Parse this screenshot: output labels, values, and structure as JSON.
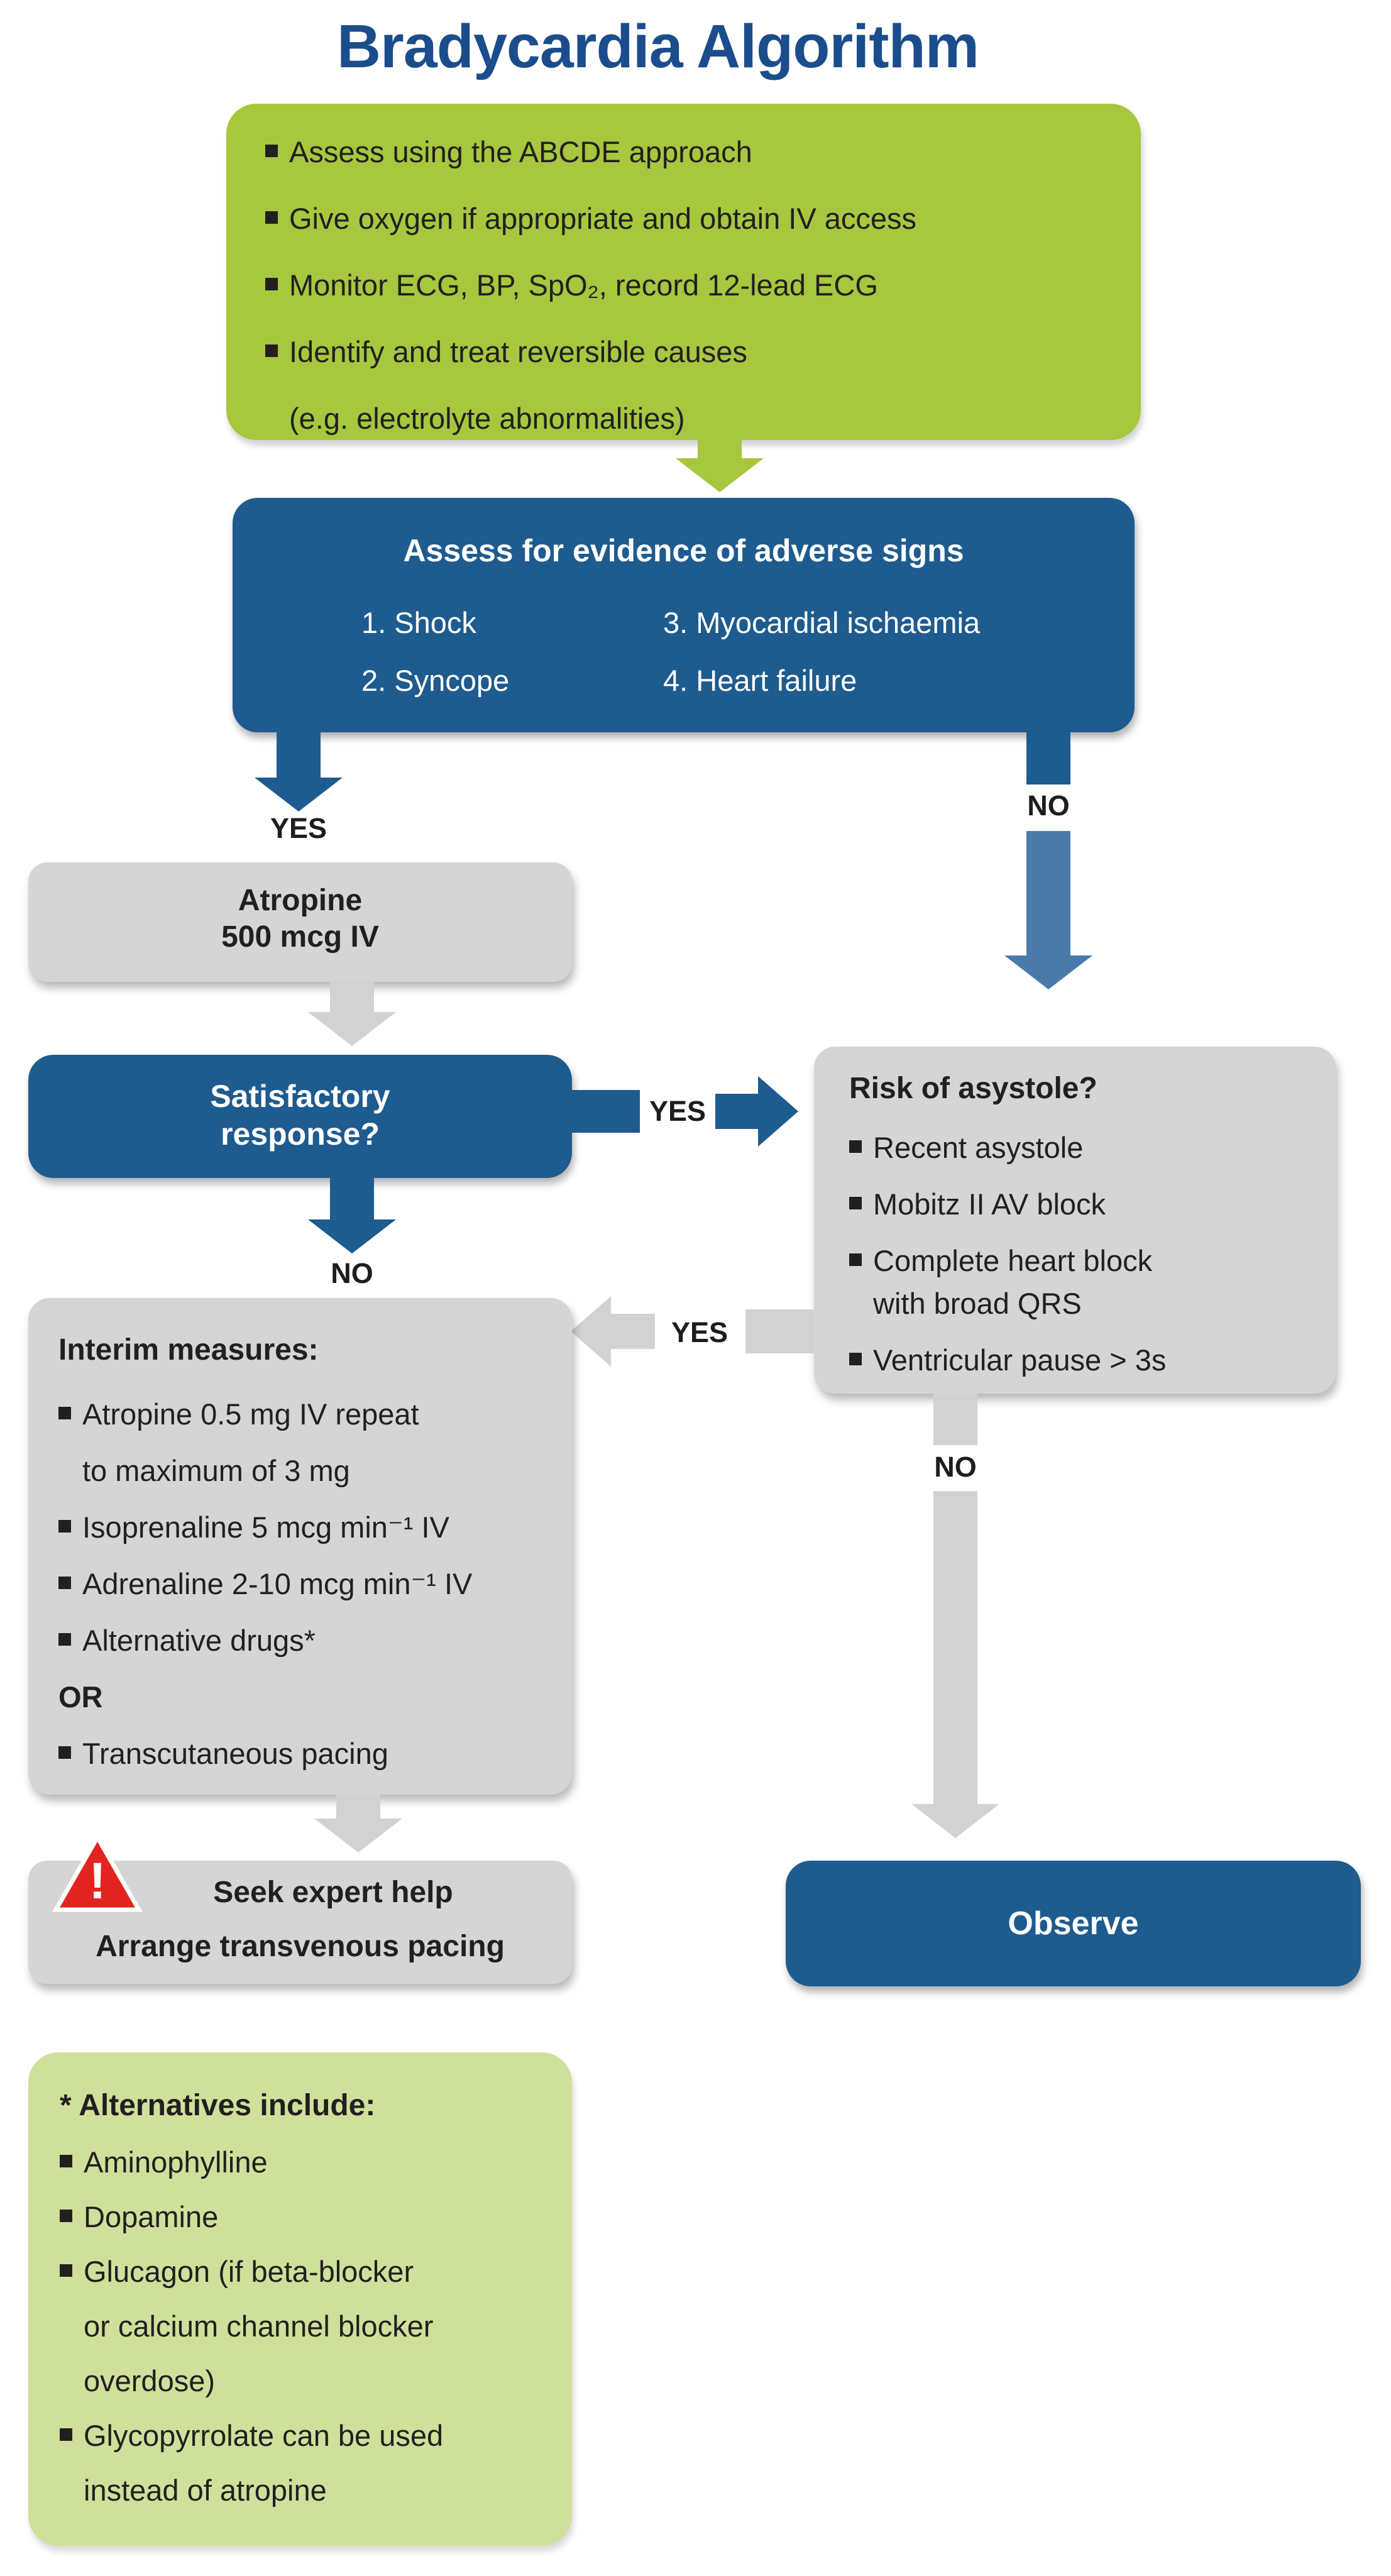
{
  "title": "Bradycardia Algorithm",
  "labels": {
    "yes": "YES",
    "no": "NO"
  },
  "icons": {
    "warning_exclamation": "!"
  },
  "colors": {
    "title_blue": "#1b4d8c",
    "box_blue": "#1e5b8e",
    "steel_blue": "#4a7aa9",
    "lime_green": "#a6c73e",
    "pale_green": "#cfe09b",
    "box_grey": "#d5d5d6",
    "connector_grey": "#d2d2d2",
    "warning_red": "#e2231f",
    "text_dark": "#221f1f"
  },
  "initial_assessment": {
    "bullet1": "Assess using the ABCDE approach",
    "bullet2": "Give oxygen if appropriate and obtain IV access",
    "bullet3": "Monitor ECG, BP, SpO₂, record 12-lead ECG",
    "bullet4": "Identify and treat reversible causes",
    "bullet4_cont": "(e.g. electrolyte abnormalities)"
  },
  "adverse_signs": {
    "title": "Assess for evidence of adverse signs",
    "item1": "1. Shock",
    "item2": "2. Syncope",
    "item3": "3. Myocardial ischaemia",
    "item4": "4. Heart failure"
  },
  "atropine": {
    "line1": "Atropine",
    "line2": "500 mcg IV"
  },
  "satisfactory": {
    "line1": "Satisfactory",
    "line2": "response?"
  },
  "risk": {
    "title": "Risk of asystole?",
    "bullet1": "Recent asystole",
    "bullet2": "Mobitz II AV block",
    "bullet3": "Complete heart block",
    "bullet3_cont": "with broad QRS",
    "bullet4": "Ventricular pause > 3s"
  },
  "interim": {
    "title": "Interim measures:",
    "bullet1": "Atropine 0.5 mg IV repeat",
    "bullet1_cont": "to maximum of 3 mg",
    "bullet2": "Isoprenaline 5 mcg min⁻¹ IV",
    "bullet3": "Adrenaline 2-10 mcg min⁻¹ IV",
    "bullet4": "Alternative drugs*",
    "or_label": "OR",
    "bullet5": "Transcutaneous pacing"
  },
  "expert_help": {
    "line1": "Seek expert help",
    "line2": "Arrange transvenous pacing"
  },
  "observe": {
    "label": "Observe"
  },
  "alternatives": {
    "title": "* Alternatives include:",
    "bullet1": "Aminophylline",
    "bullet2": "Dopamine",
    "bullet3": "Glucagon (if beta-blocker",
    "bullet3_cont1": "or calcium channel blocker",
    "bullet3_cont2": "overdose)",
    "bullet4": "Glycopyrrolate can be used",
    "bullet4_cont": "instead of atropine"
  }
}
